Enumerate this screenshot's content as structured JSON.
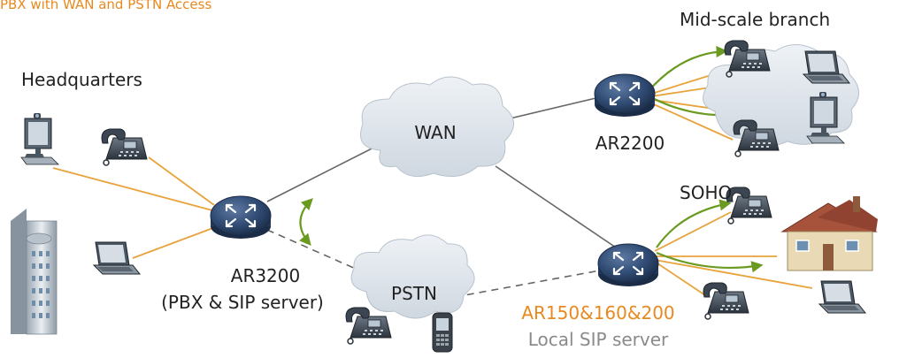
{
  "title": "PBX with WAN and PSTN Access",
  "labels": {
    "headquarters": "Headquarters",
    "mid_branch": "Mid-scale branch",
    "soho": "SOHO",
    "wan": "WAN",
    "pstn": "PSTN",
    "ar2200": "AR2200",
    "ar3200": "AR3200",
    "ar3200_sub": "(PBX & SIP server)",
    "ar150": "AR150&160&200",
    "ar150_sub": "Local SIP server"
  },
  "icons": [
    "router-icon",
    "cloud-icon",
    "ip-phone-icon",
    "laptop-icon",
    "desktop-pc-icon",
    "building-icon",
    "house-icon",
    "mobile-phone-icon"
  ],
  "colors": {
    "title": "#e8891f",
    "access_link": "#e8a33a",
    "backbone_link": "#666666",
    "call_arrow": "#6a9a1f",
    "router": "#2f4a72",
    "cloud": "#dfe5ec",
    "label_gray": "#8a8a8a"
  }
}
